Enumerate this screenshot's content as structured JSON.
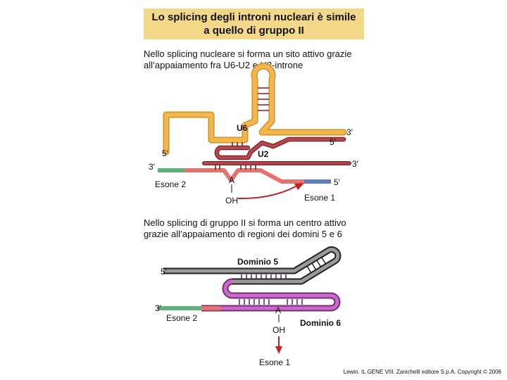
{
  "title": "Lo splicing degli introni nucleari è simile\na quello di gruppo II",
  "panel1": {
    "caption": "Nello splicing nucleare si forma un sito attivo grazie\nall’appaiamento fra U6-U2 e U2-introne",
    "labels": {
      "u6": "U6",
      "u2": "U2",
      "u6_end": "3′",
      "u2_end": "5′",
      "intron_3": "3′",
      "left_5": "5′",
      "left_3": "3′",
      "right_5": "5′",
      "esone2": "Esone 2",
      "esone1": "Esone 1",
      "a": "A",
      "oh": "OH"
    }
  },
  "panel2": {
    "caption": "Nello splicing di gruppo II si forma un centro attivo\ngrazie all’appaiamento di regioni dei domini 5 e 6",
    "labels": {
      "dominio5": "Dominio 5",
      "dominio6": "Dominio 6",
      "left_5": "5′",
      "left_3": "3′",
      "esone2": "Esone 2",
      "esone1": "Esone 1",
      "a": "A",
      "oh": "OH"
    }
  },
  "credit": "Lewin. IL GENE VIII. Zanichelli editore S.p.A. Copyright © 2006",
  "colors": {
    "title_bg": "#f4d88a",
    "u6": "#f3b64c",
    "u2": "#b5474f",
    "intron": "#e8726a",
    "exon2": "#5fb37a",
    "exon1": "#5b7dc2",
    "domain5": "#3a3a3a",
    "domain6": "#c86ac8",
    "arrow": "#c02020"
  }
}
